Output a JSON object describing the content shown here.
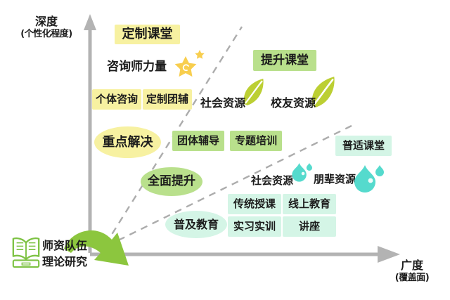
{
  "colors": {
    "yellow": "#F7F1A1",
    "green": "#B9E08C",
    "mint": "#D4F5E6",
    "leaf": "#BCCF33",
    "drop": "#55DACD",
    "star": "#F8CE4E",
    "arrow": "#8CC63E",
    "axis": "#B3B3B3",
    "dash": "#ACACAC",
    "book": "#7DC243",
    "text": "#1C1C1C"
  },
  "axes": {
    "y_title": "深度",
    "y_subtitle": "(个性化程度)",
    "x_title": "广度",
    "x_subtitle": "(覆盖面)"
  },
  "tiers": {
    "custom": {
      "classroom": "定制课堂",
      "consultant": "咨询师力量",
      "individual": "个体咨询",
      "custom_group": "定制团辅",
      "focus": "重点解决"
    },
    "improve": {
      "classroom": "提升课堂",
      "social": "社会资源",
      "alumni": "校友资源",
      "group": "团体辅导",
      "special": "专题培训",
      "overall": "全面提升"
    },
    "universal": {
      "classroom": "普适课堂",
      "social": "社会资源",
      "peer": "朋辈资源",
      "traditional": "传统授课",
      "online": "线上教育",
      "practice": "实习实训",
      "lecture": "讲座",
      "popular": "普及教育"
    }
  },
  "foundation": {
    "line1": "师资队伍",
    "line2": "理论研究"
  }
}
